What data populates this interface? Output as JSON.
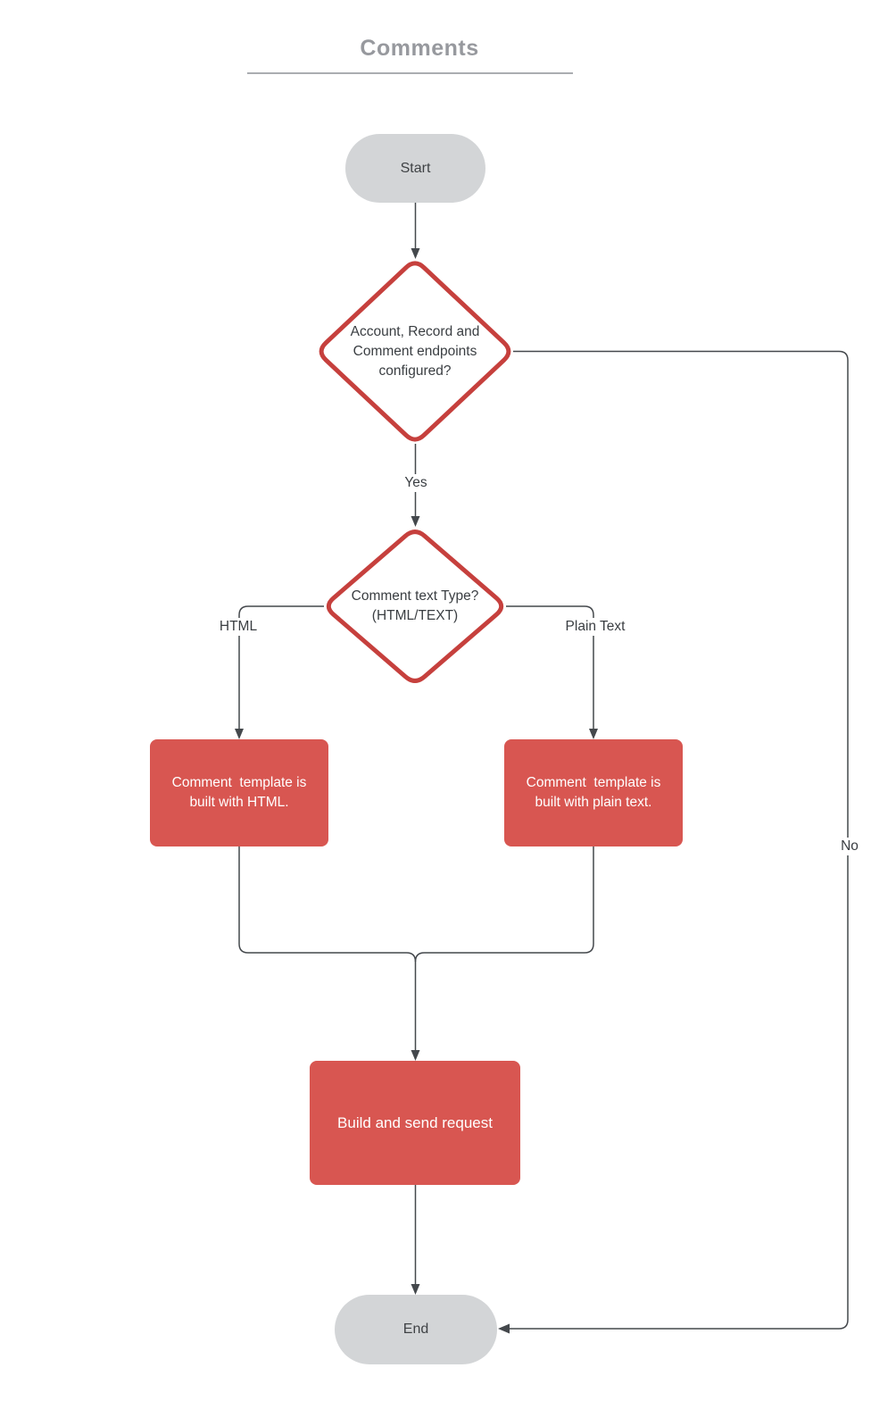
{
  "title": {
    "text": "Comments"
  },
  "colors": {
    "node_red": "#D85651",
    "diamond_stroke": "#C6403D",
    "terminal_fill": "#D3D5D7",
    "connector": "#44484C",
    "title_gray": "#97999E",
    "underline_gray": "#AAADB1"
  },
  "nodes": {
    "start": {
      "label": "Start",
      "type": "terminal"
    },
    "decision_endpoints": {
      "label": "Account, Record and Comment endpoints configured?",
      "type": "decision"
    },
    "decision_comment_type": {
      "label": "Comment text Type? (HTML/TEXT)",
      "type": "decision"
    },
    "process_html": {
      "label": "Comment  template is built with HTML.",
      "type": "process"
    },
    "process_plain": {
      "label": "Comment  template is built with plain text.",
      "type": "process"
    },
    "process_build": {
      "label": "Build and send request",
      "type": "process"
    },
    "end": {
      "label": "End",
      "type": "terminal"
    }
  },
  "edge_labels": {
    "yes": "Yes",
    "no": "No",
    "html": "HTML",
    "plain_text": "Plain Text"
  }
}
